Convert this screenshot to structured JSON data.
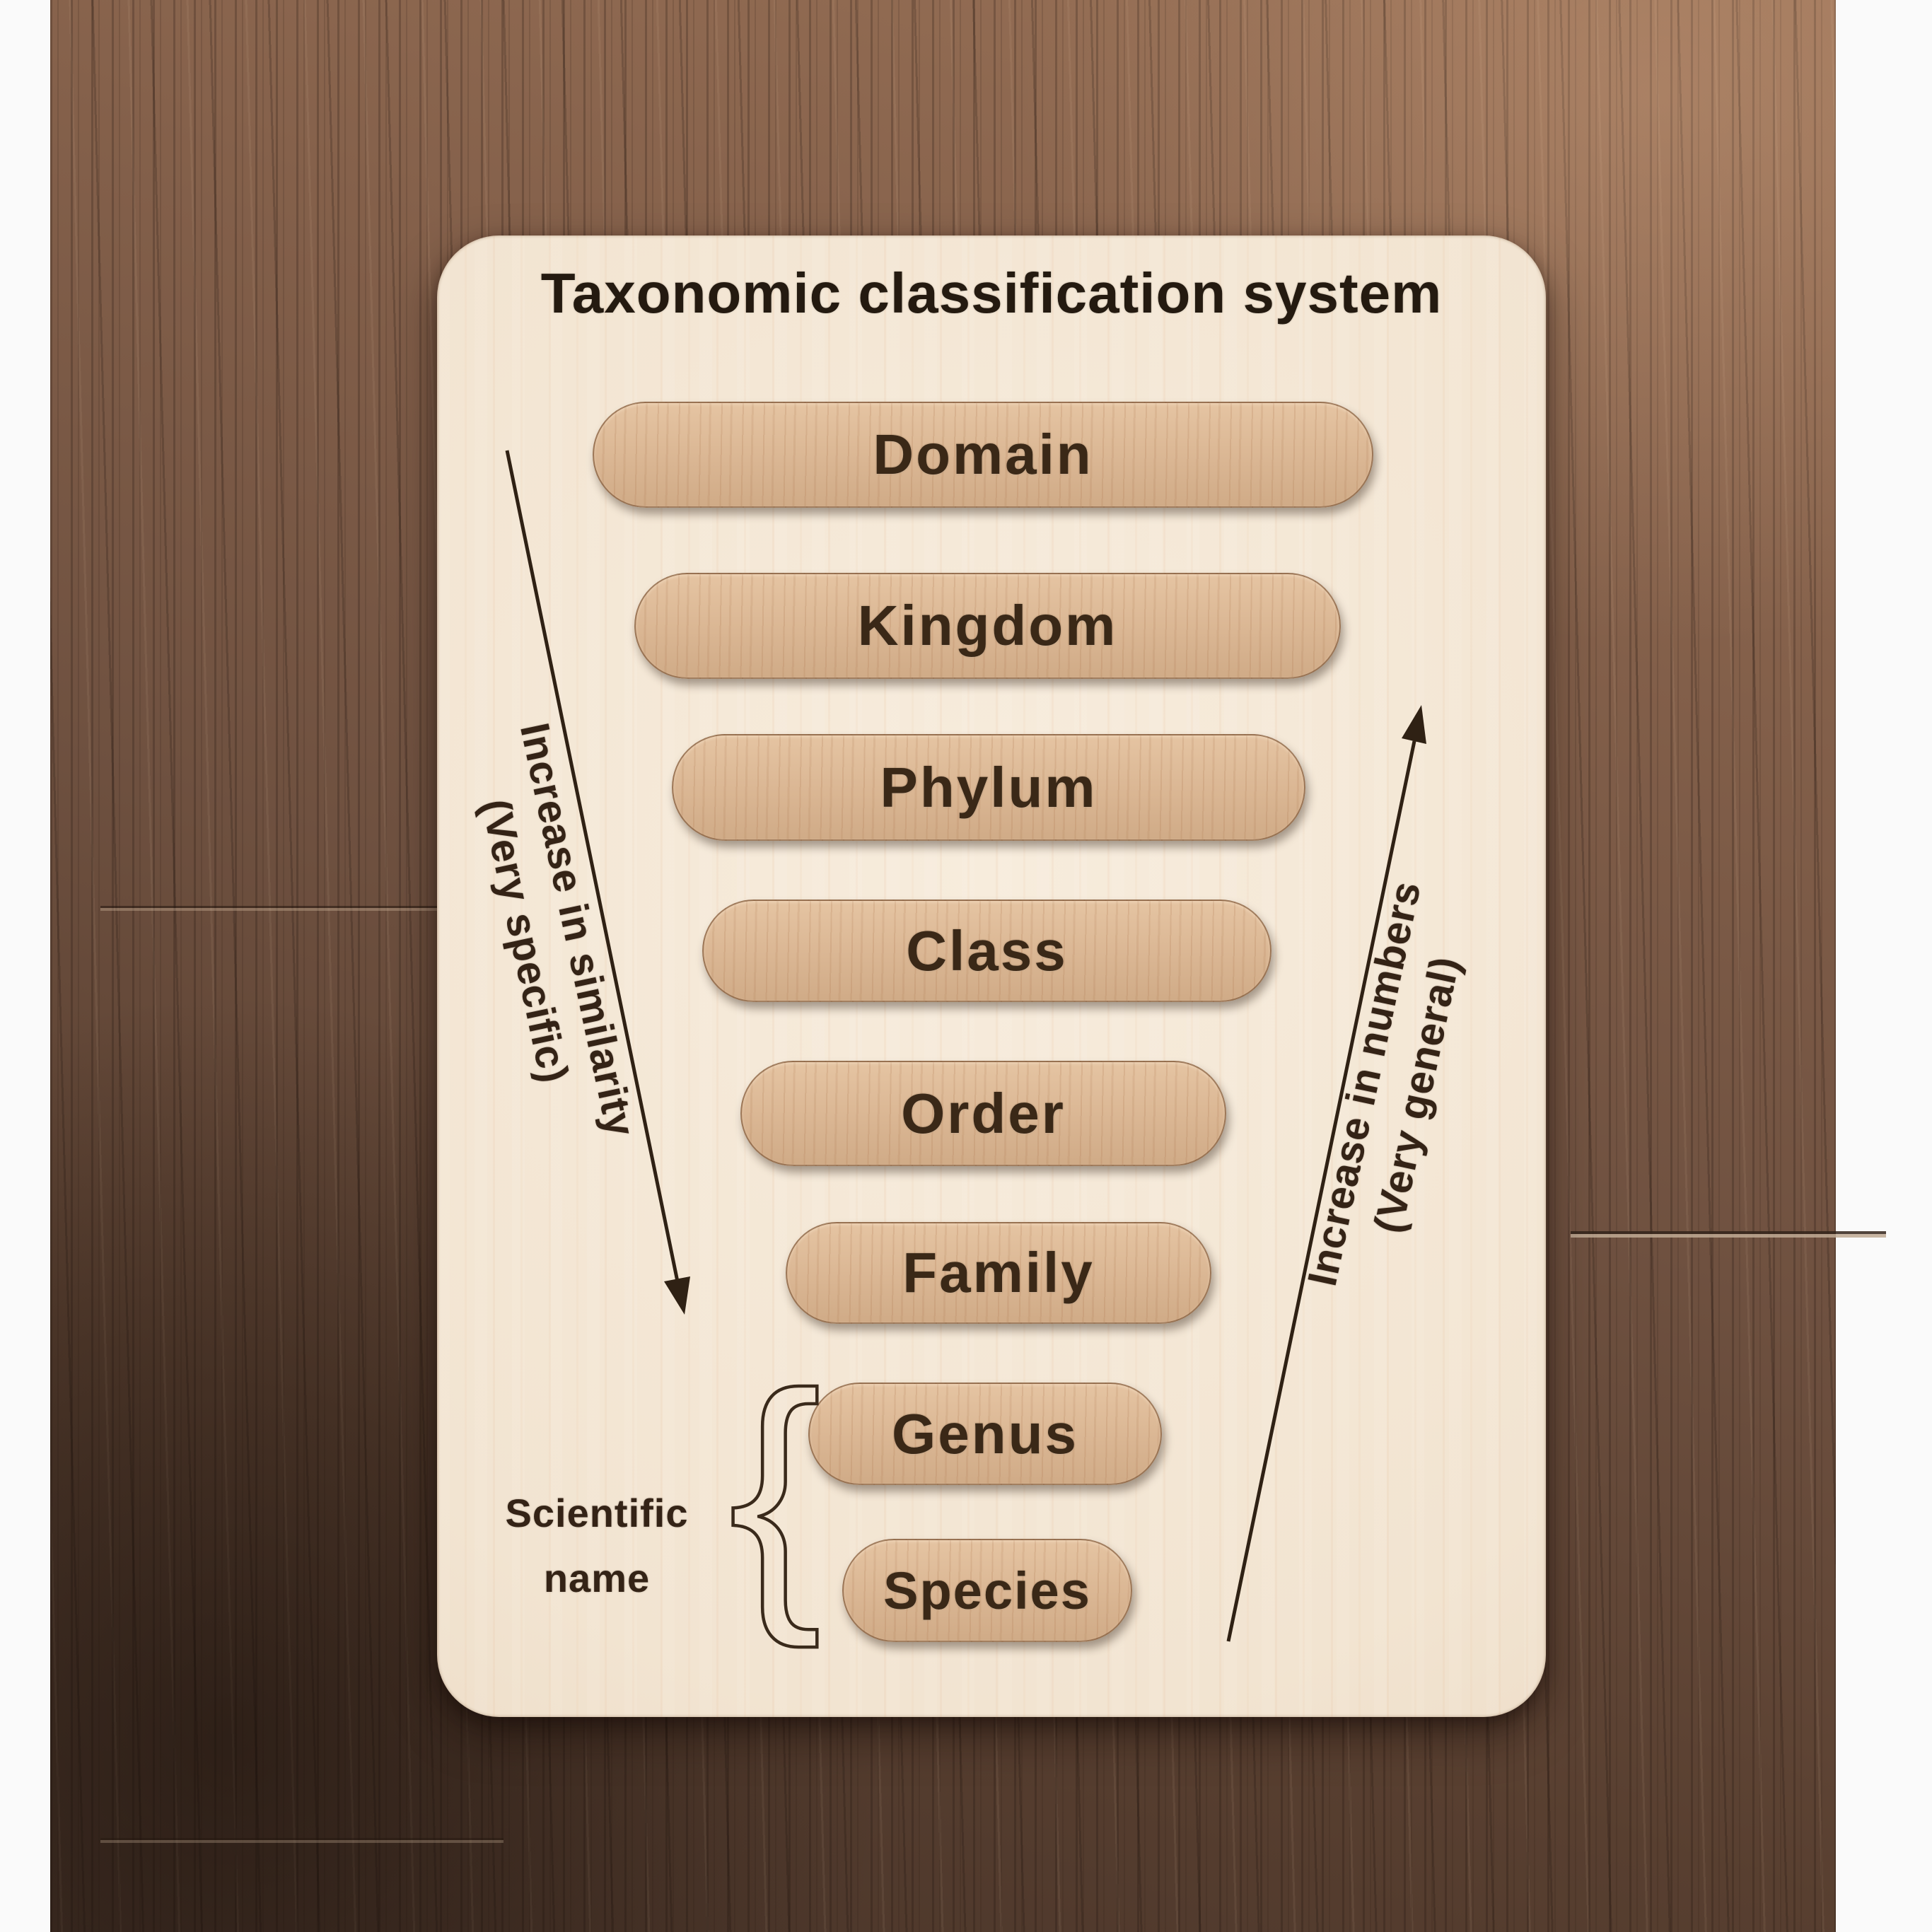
{
  "photo": {
    "board": {
      "title": "Taxonomic classification system",
      "sticks": [
        {
          "label": "Domain"
        },
        {
          "label": "Kingdom"
        },
        {
          "label": "Phylum"
        },
        {
          "label": "Class"
        },
        {
          "label": "Order"
        },
        {
          "label": "Family"
        },
        {
          "label": "Genus"
        },
        {
          "label": "Species"
        }
      ],
      "left_annotation": {
        "line1": "Increase in similarity",
        "line2": "(Very specific)"
      },
      "right_annotation": {
        "line1": "Increase in numbers",
        "line2": "(Very general)"
      },
      "scientific_name_label": {
        "line1": "Scientific",
        "line2": "name"
      }
    },
    "icons": {
      "left_arrow": "arrow-down-right",
      "right_arrow": "arrow-up-right",
      "brace_glyph": "{"
    },
    "colors": {
      "board_wood": "#f2e4d1",
      "stick_wood": "#d9b592",
      "engraving": "#3a2817",
      "floor_wood": "#6f5140",
      "photo_margin": "#fafafa"
    }
  }
}
